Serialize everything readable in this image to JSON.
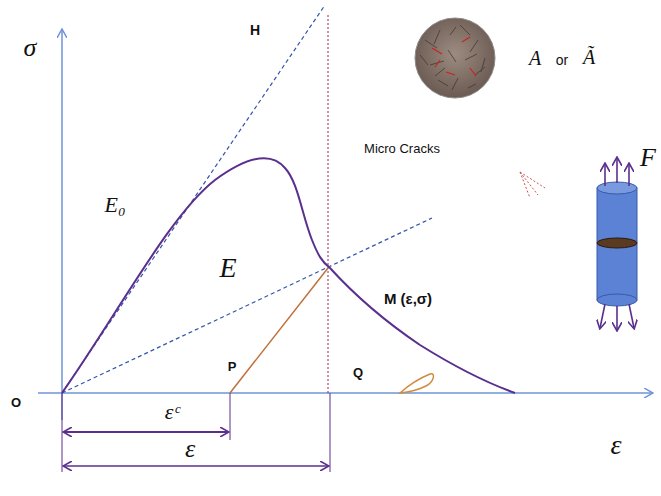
{
  "diagram": {
    "labels": [
      "σ",
      "H",
      "E₀",
      "E",
      "Micro Cracks",
      "A",
      "or",
      "Ã",
      "F",
      "M (ε,σ)",
      "P",
      "Q",
      "O",
      "εᶜ",
      "ε",
      "ε"
    ]
  }
}
